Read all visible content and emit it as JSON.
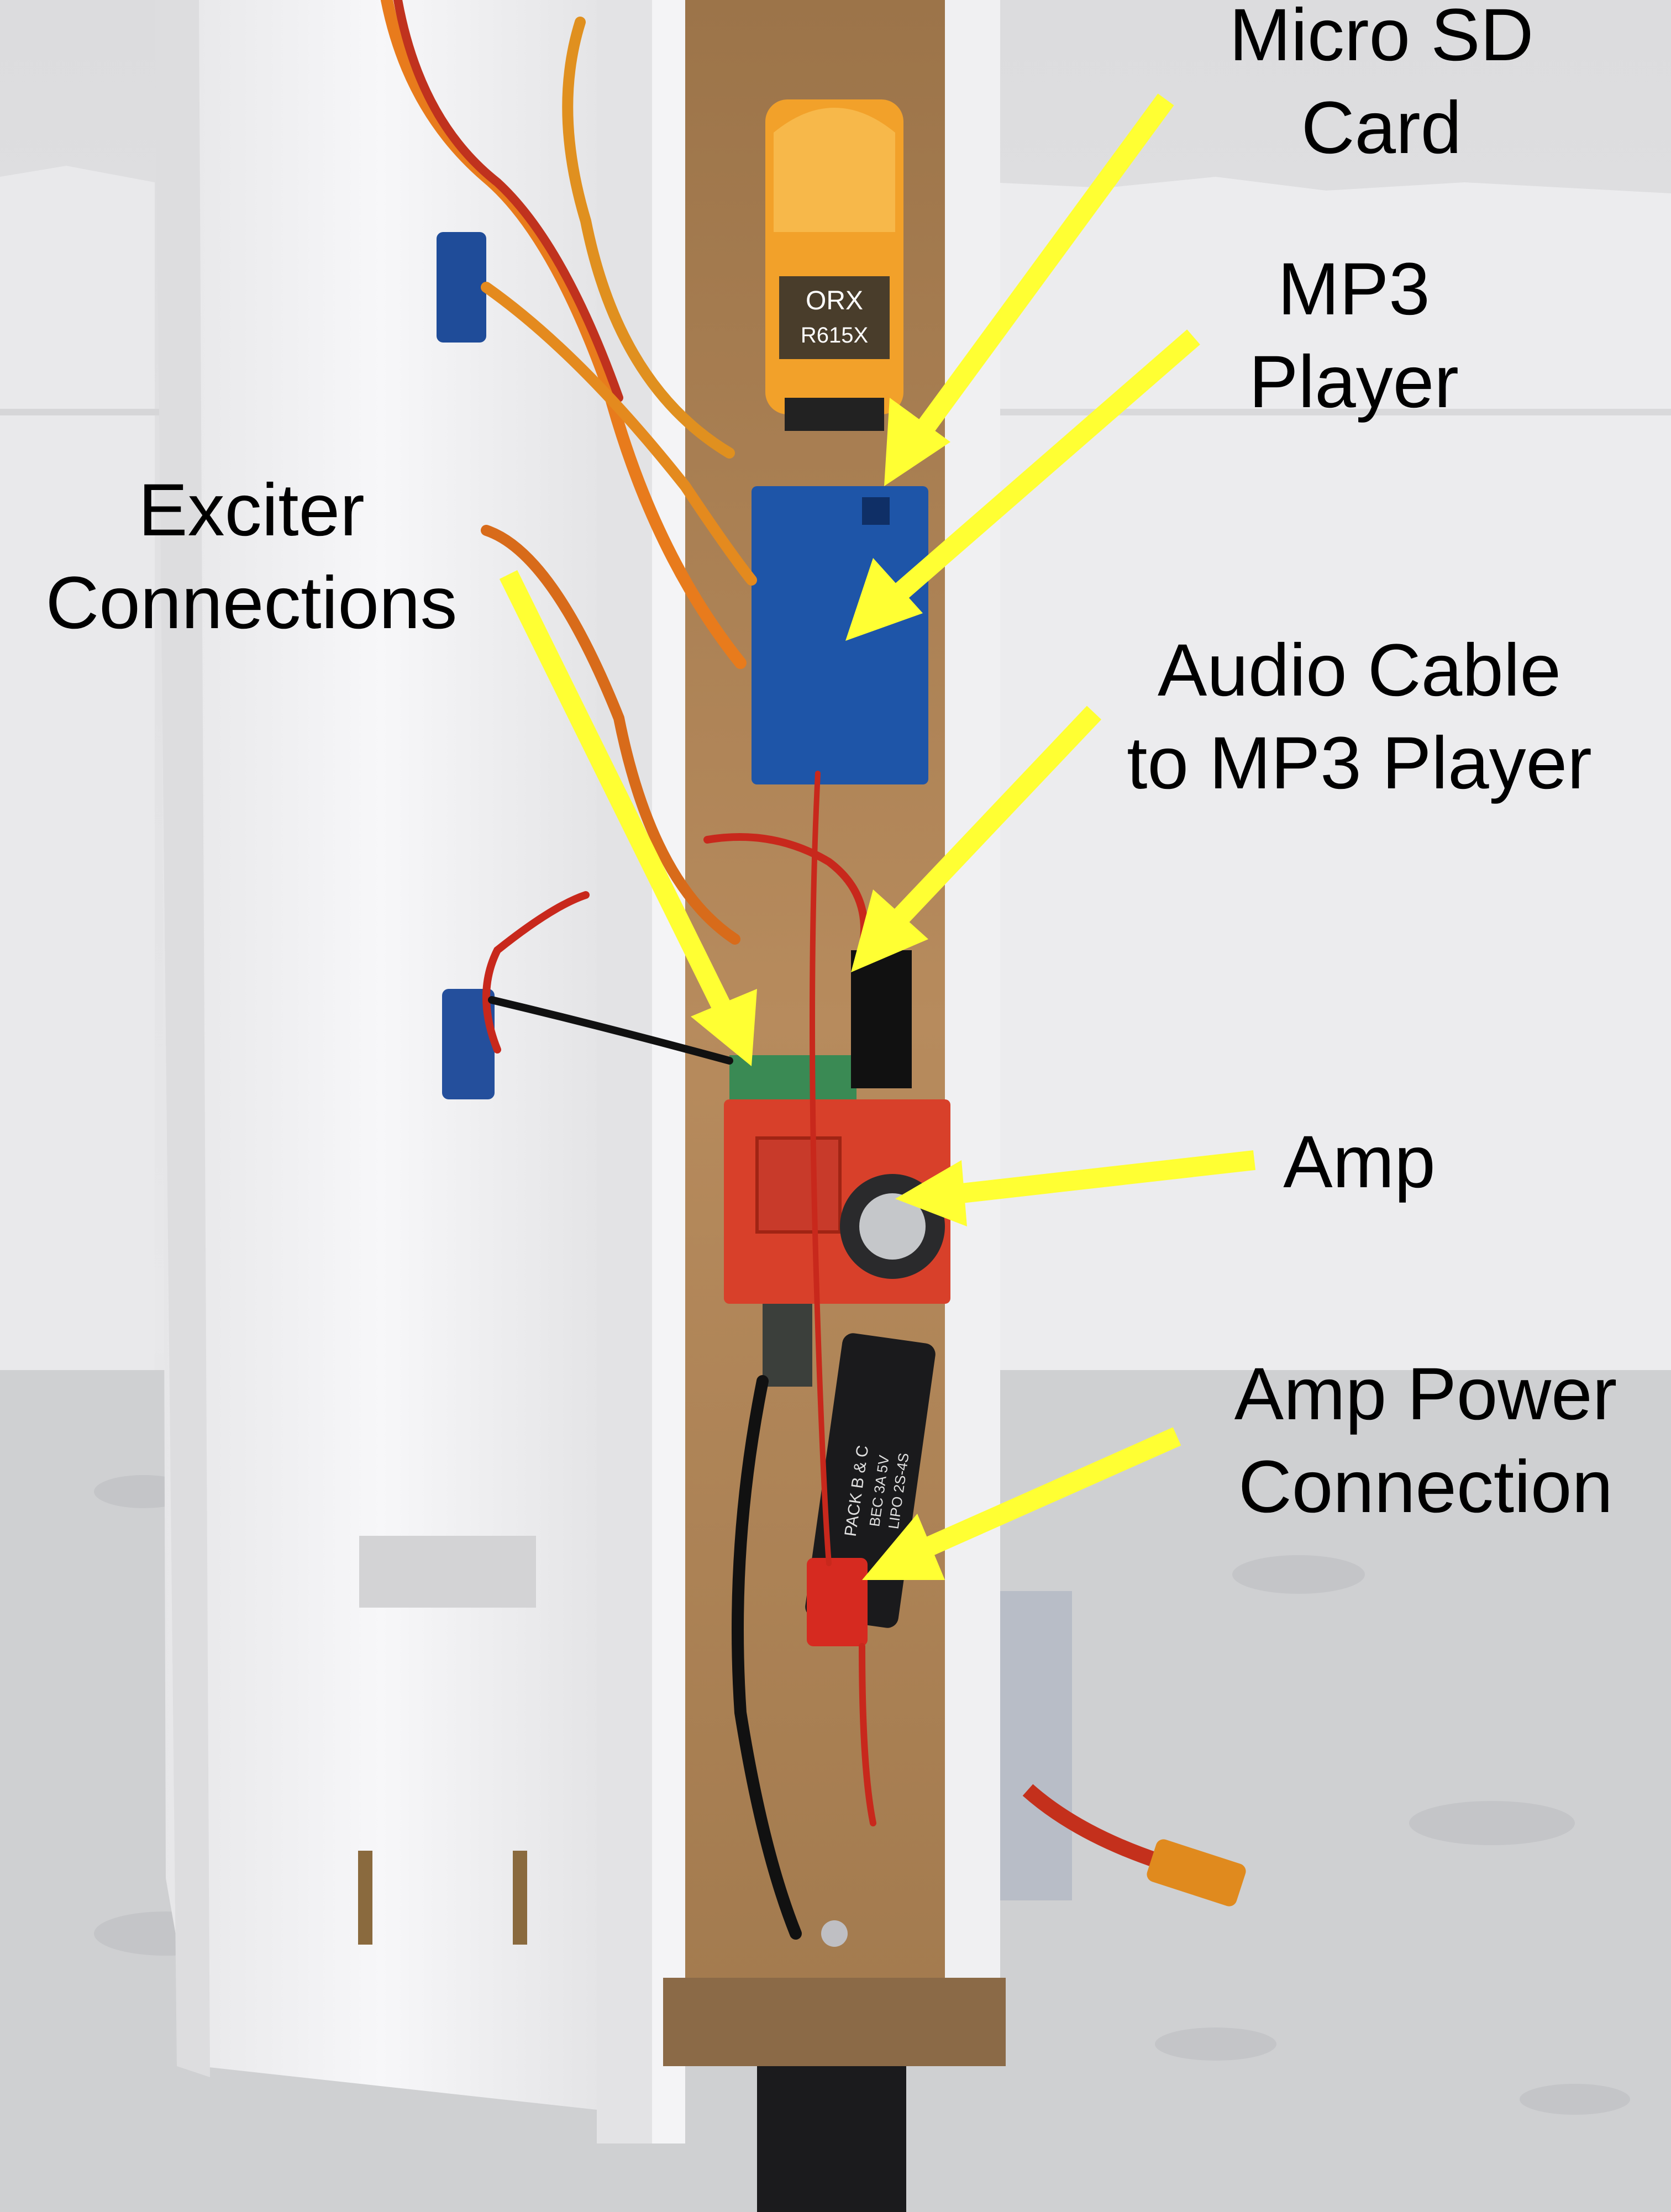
{
  "photo": {
    "subject": "open fuselage of a foam model aircraft with electronics",
    "arrow_color": "#FFFF33",
    "foam_color": "#F1F1F3",
    "countertop_color": "#D2D3D5",
    "wood_color": "#B58A5C",
    "board_blue": "#1E55A8",
    "board_red": "#D8402A",
    "receiver_orange": "#F2A12A"
  },
  "labels": {
    "micro_sd": {
      "line1": "Micro SD",
      "line2": "Card"
    },
    "mp3_player": {
      "line1": "MP3",
      "line2": "Player"
    },
    "exciter": {
      "line1": "Exciter",
      "line2": "Connections"
    },
    "audio_cable": {
      "line1": "Audio Cable",
      "line2": "to MP3 Player"
    },
    "amp": {
      "line1": "Amp"
    },
    "amp_power": {
      "line1": "Amp Power",
      "line2": "Connection"
    }
  },
  "device_text": {
    "receiver_brand": "ORX",
    "receiver_model": "R615X",
    "esc_brand": "PACK B & C",
    "esc_spec1": "BEC 3A 5V",
    "esc_spec2": "LIPO 2S-4S"
  }
}
